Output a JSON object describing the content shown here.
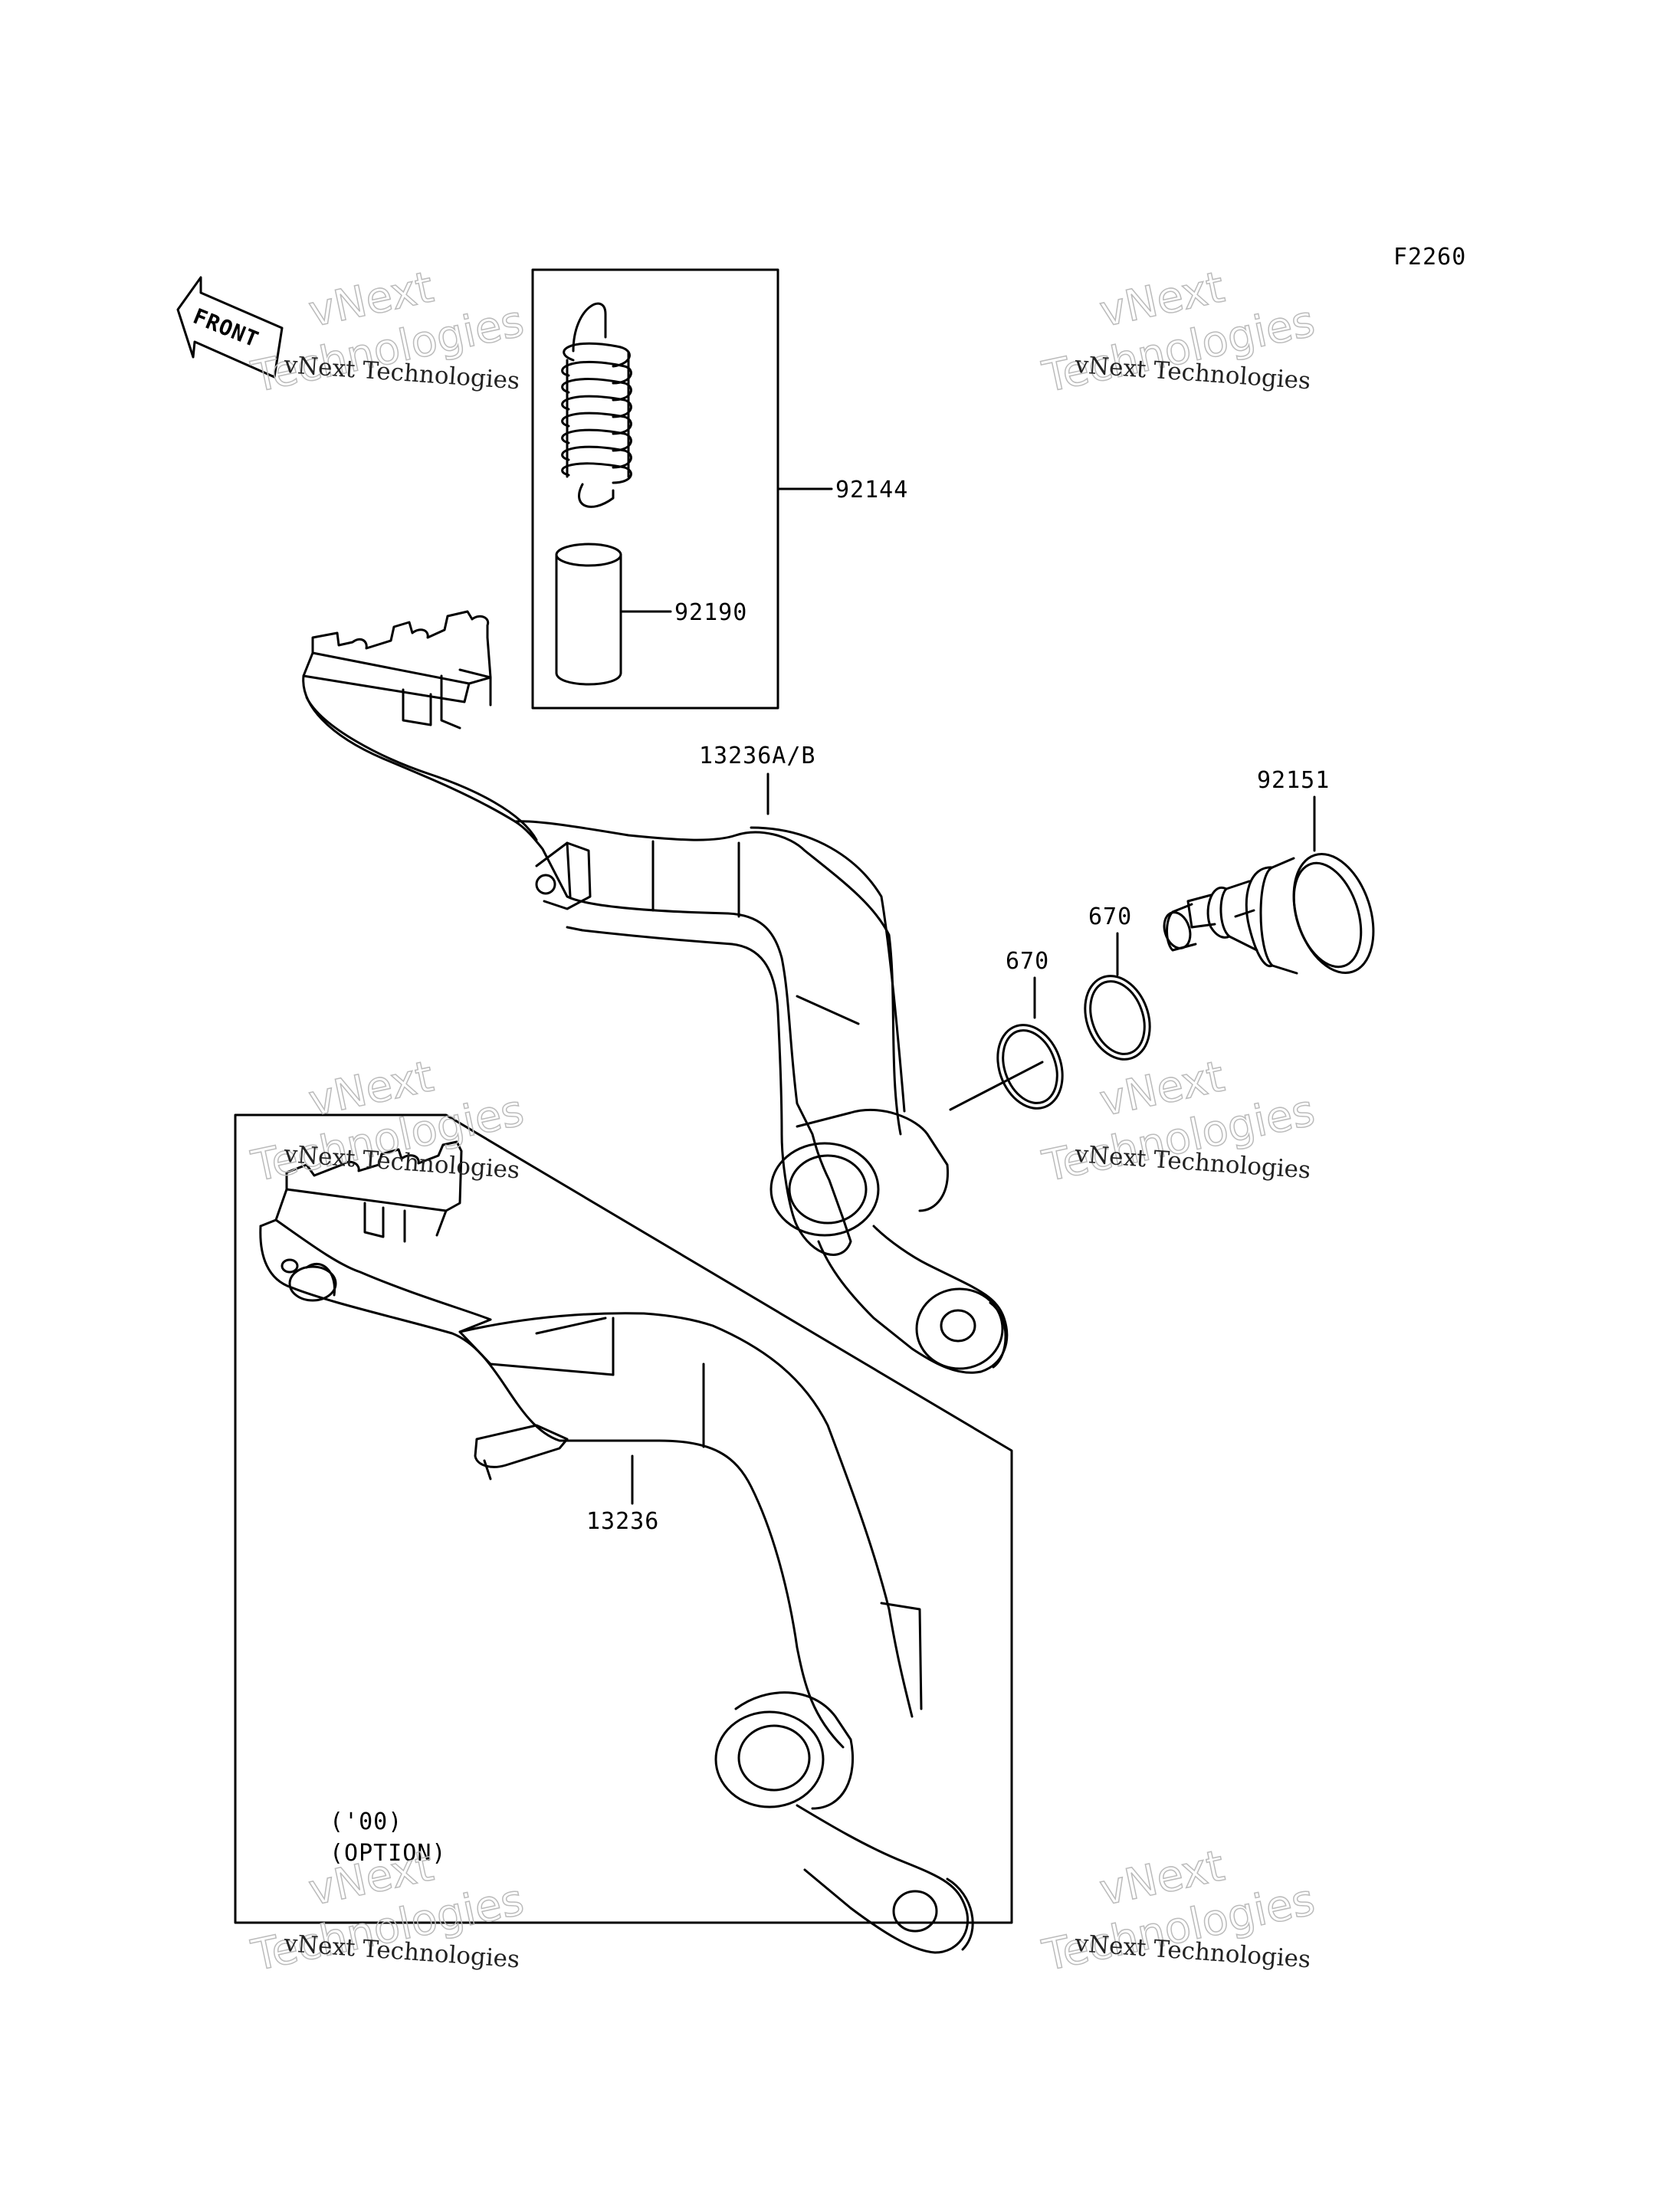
{
  "figure_code": "F2260",
  "front_arrow": {
    "label": "FRONT"
  },
  "parts": [
    {
      "id": "92144",
      "label": "92144"
    },
    {
      "id": "92190",
      "label": "92190"
    },
    {
      "id": "13236A/B",
      "label": "13236A/B"
    },
    {
      "id": "92151",
      "label": "92151"
    },
    {
      "id": "670a",
      "label": "670"
    },
    {
      "id": "670b",
      "label": "670"
    },
    {
      "id": "13236",
      "label": "13236"
    }
  ],
  "option_note": {
    "line1": "('00)",
    "line2": "(OPTION)"
  },
  "watermark": {
    "line1": "vNext Technologies",
    "line2": "vNext",
    "line3": "Technologies"
  }
}
